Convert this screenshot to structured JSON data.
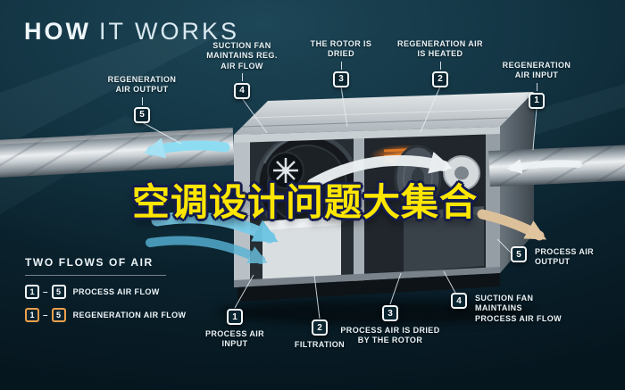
{
  "title": {
    "bold": "HOW",
    "light": "IT WORKS"
  },
  "watermark": {
    "text": "空调设计问题大集合"
  },
  "legend": {
    "heading": "TWO FLOWS OF AIR",
    "separator": "–",
    "rows": [
      {
        "from": "1",
        "to": "5",
        "label": "PROCESS AIR FLOW",
        "flow": "process"
      },
      {
        "from": "1",
        "to": "5",
        "label": "REGENERATION AIR FLOW",
        "flow": "regeneration"
      }
    ]
  },
  "callouts_top": [
    {
      "number": "5",
      "label": "REGENERATION AIR OUTPUT"
    },
    {
      "number": "4",
      "label": "SUCTION FAN MAINTAINS REG. AIR FLOW"
    },
    {
      "number": "3",
      "label": "THE ROTOR IS DRIED"
    },
    {
      "number": "2",
      "label": "REGENERATION AIR IS HEATED"
    },
    {
      "number": "1",
      "label": "REGENERATION AIR INPUT"
    }
  ],
  "callouts_bottom": [
    {
      "number": "1",
      "label": "PROCESS AIR INPUT"
    },
    {
      "number": "2",
      "label": "FILTRATION"
    },
    {
      "number": "3",
      "label": "PROCESS AIR IS DRIED BY THE ROTOR"
    },
    {
      "number": "4",
      "label": "SUCTION FAN MAINTAINS PROCESS AIR FLOW"
    },
    {
      "number": "5",
      "label": "PROCESS AIR OUTPUT"
    }
  ],
  "colors": {
    "background_top": "#1d4656",
    "background_bottom": "#06161f",
    "accent_cyan": "#8edcf2",
    "accent_orange": "#e8913c",
    "watermark_yellow": "#ffe600",
    "badge_border": "#f4f8fa",
    "label_text": "#e9f3f7"
  }
}
